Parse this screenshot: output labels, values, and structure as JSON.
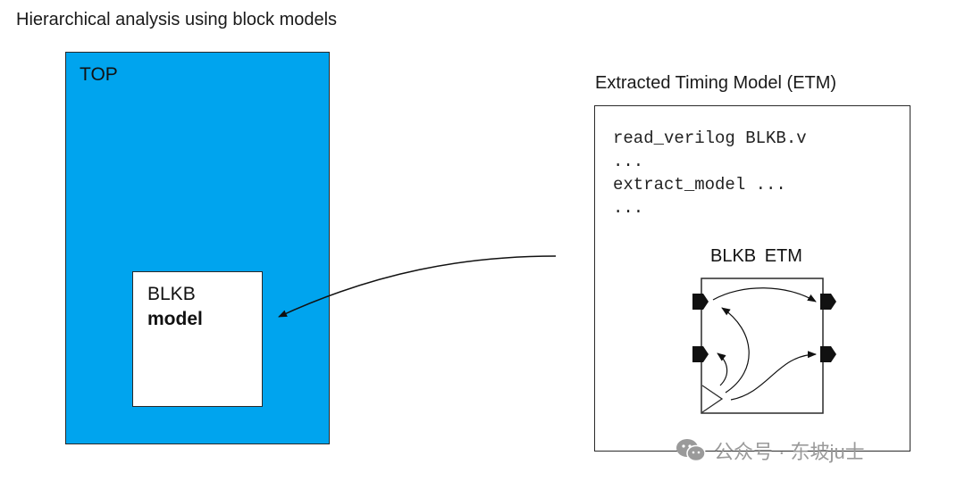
{
  "title": "Hierarchical analysis using block models",
  "top_block": {
    "label": "TOP",
    "color": "#00a4ee",
    "inner_box": {
      "line1": "BLKB",
      "line2": "model"
    }
  },
  "etm": {
    "title": "Extracted Timing Model (ETM)",
    "code_lines": [
      "read_verilog BLKB.v",
      "...",
      "extract_model ...",
      "..."
    ],
    "block_label": "BLKB  ETM"
  },
  "watermark": {
    "text": "公众号 · 东坡ju士",
    "icon": "wechat-icon"
  }
}
